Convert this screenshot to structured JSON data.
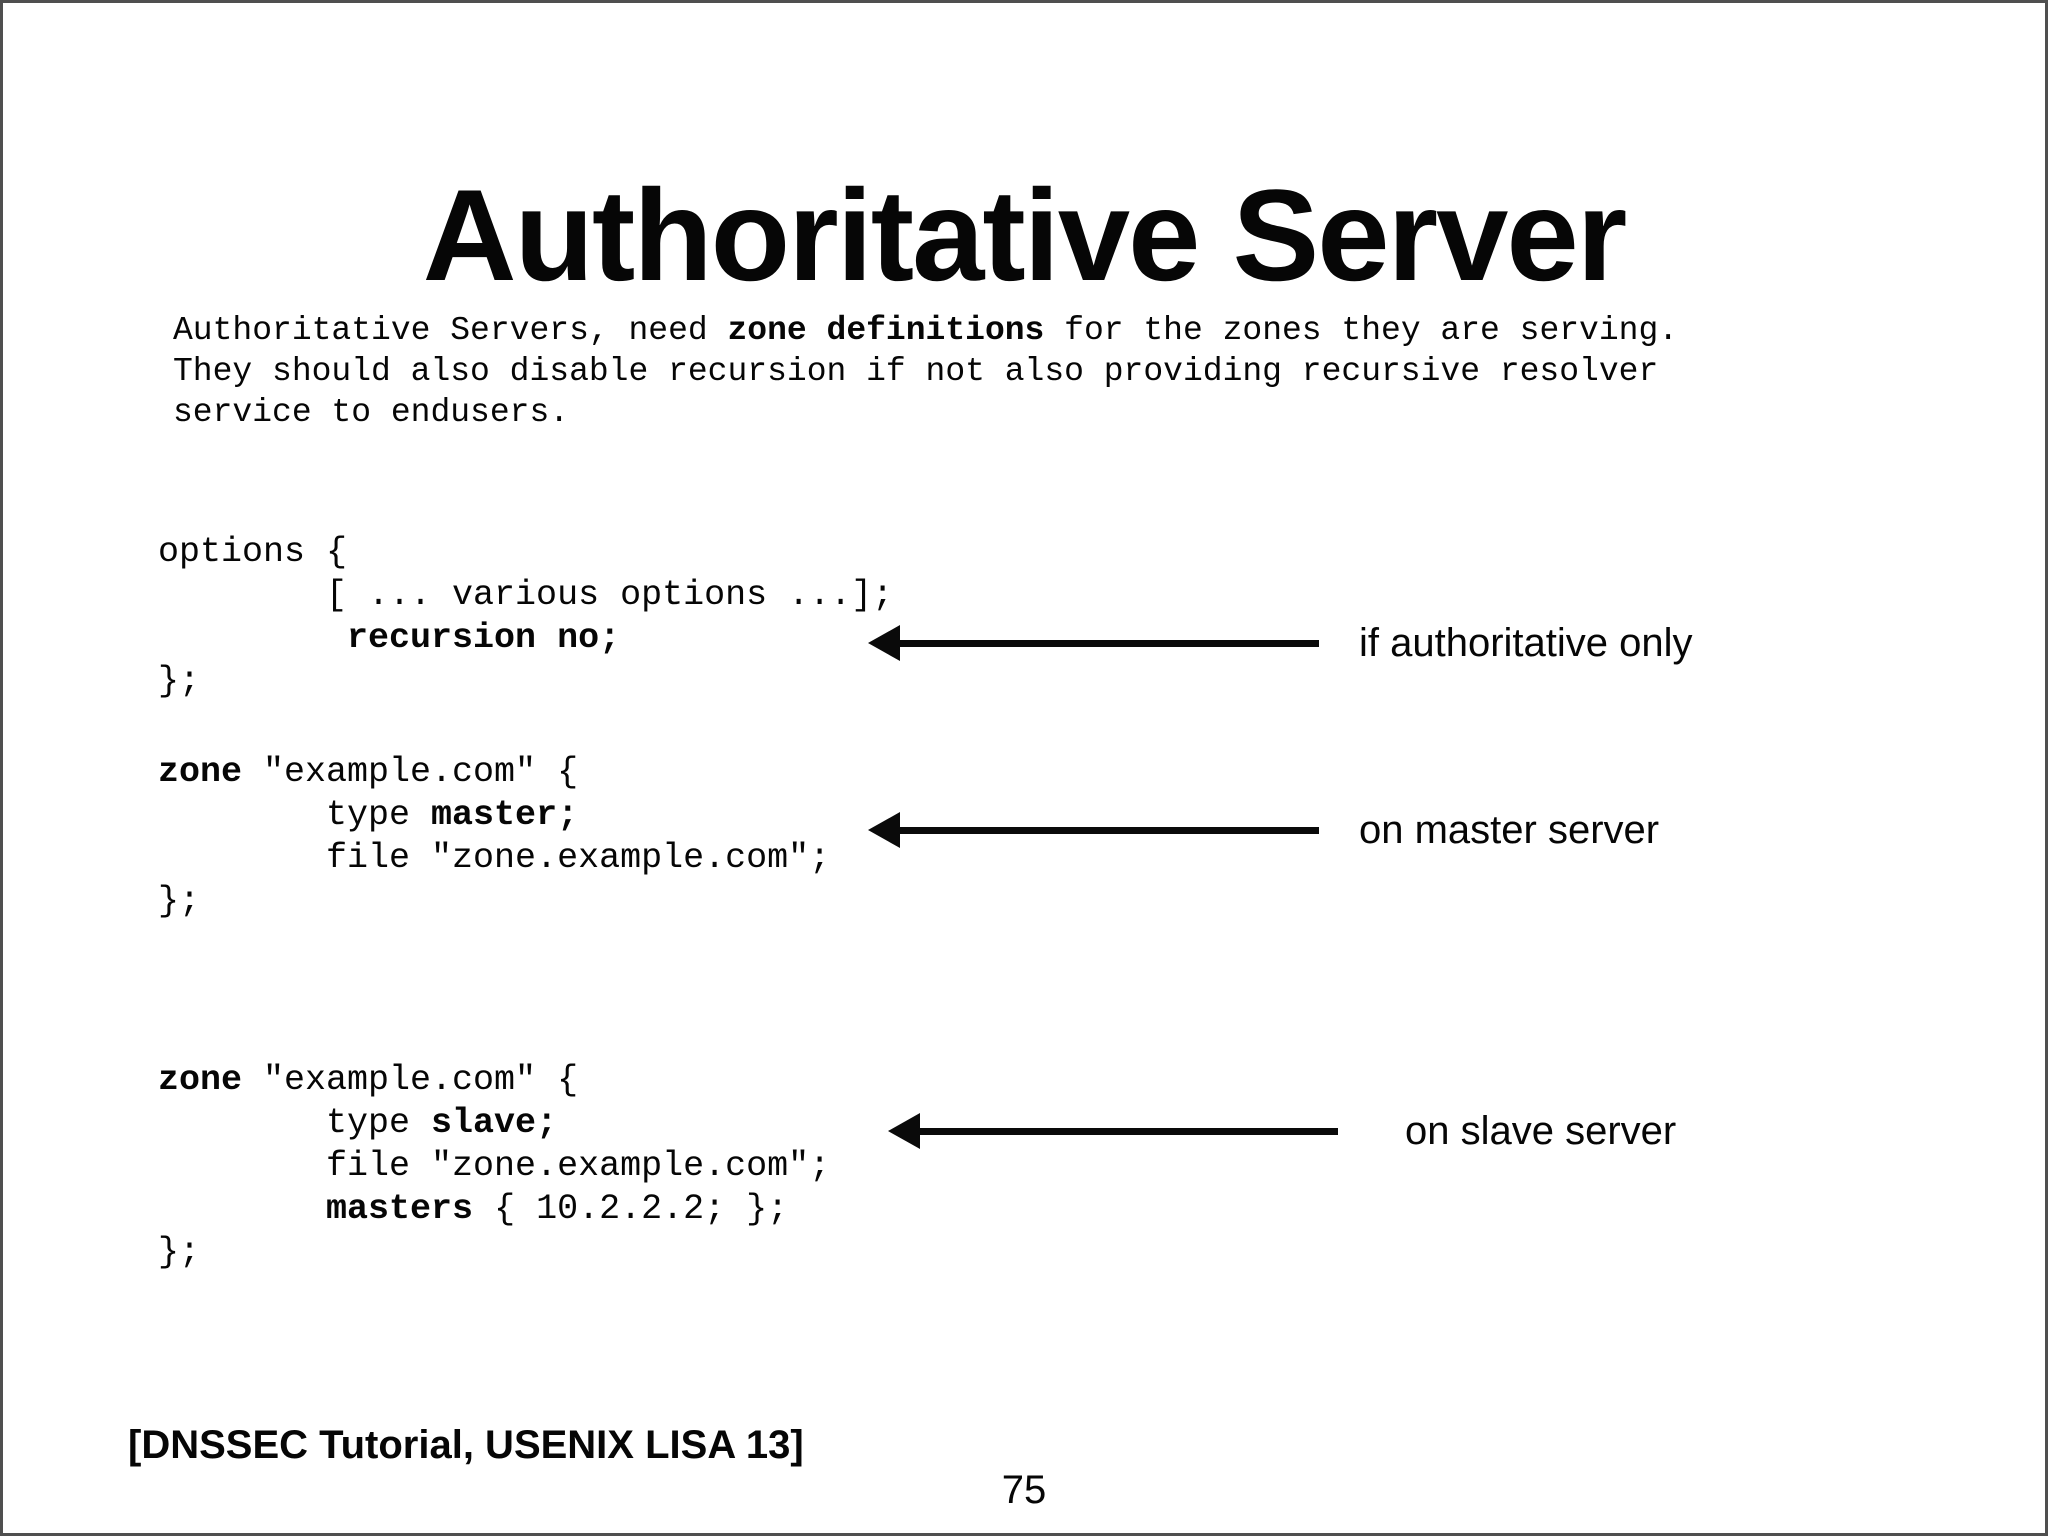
{
  "slide": {
    "title": "Authoritative Server",
    "intro": {
      "part1": "Authoritative Servers, need ",
      "part2_bold": "zone definitions",
      "part3": " for the zones they are serving.\nThey should also disable recursion if not also providing recursive resolver\nservice to endusers."
    },
    "code_blocks": [
      {
        "name": "options",
        "l1": "options {",
        "l2": "        [ ... various options ...];",
        "l3_indent": "         ",
        "l3_bold": "recursion no;",
        "l4": "};"
      },
      {
        "name": "zone-master",
        "l1_bold": "zone",
        "l1_rest": " \"example.com\" {",
        "l2_a": "        type ",
        "l2_bold": "master;",
        "l3": "        file \"zone.example.com\";",
        "l4": "};"
      },
      {
        "name": "zone-slave",
        "l1_bold": "zone",
        "l1_rest": " \"example.com\" {",
        "l2_a": "        type ",
        "l2_bold": "slave;",
        "l3": "        file \"zone.example.com\";",
        "l4_a": "        ",
        "l4_bold": "masters",
        "l4_c": " { 10.2.2.2; };",
        "l5": "};"
      }
    ],
    "annotations": [
      {
        "label": "if authoritative only"
      },
      {
        "label": "on master server"
      },
      {
        "label": "on slave server"
      }
    ],
    "footer": {
      "source": "[DNSSEC Tutorial, USENIX LISA 13]",
      "page_number": "75"
    },
    "colors": {
      "text": "#060606",
      "border": "#4f4f4f",
      "background": "#ffffff"
    }
  }
}
